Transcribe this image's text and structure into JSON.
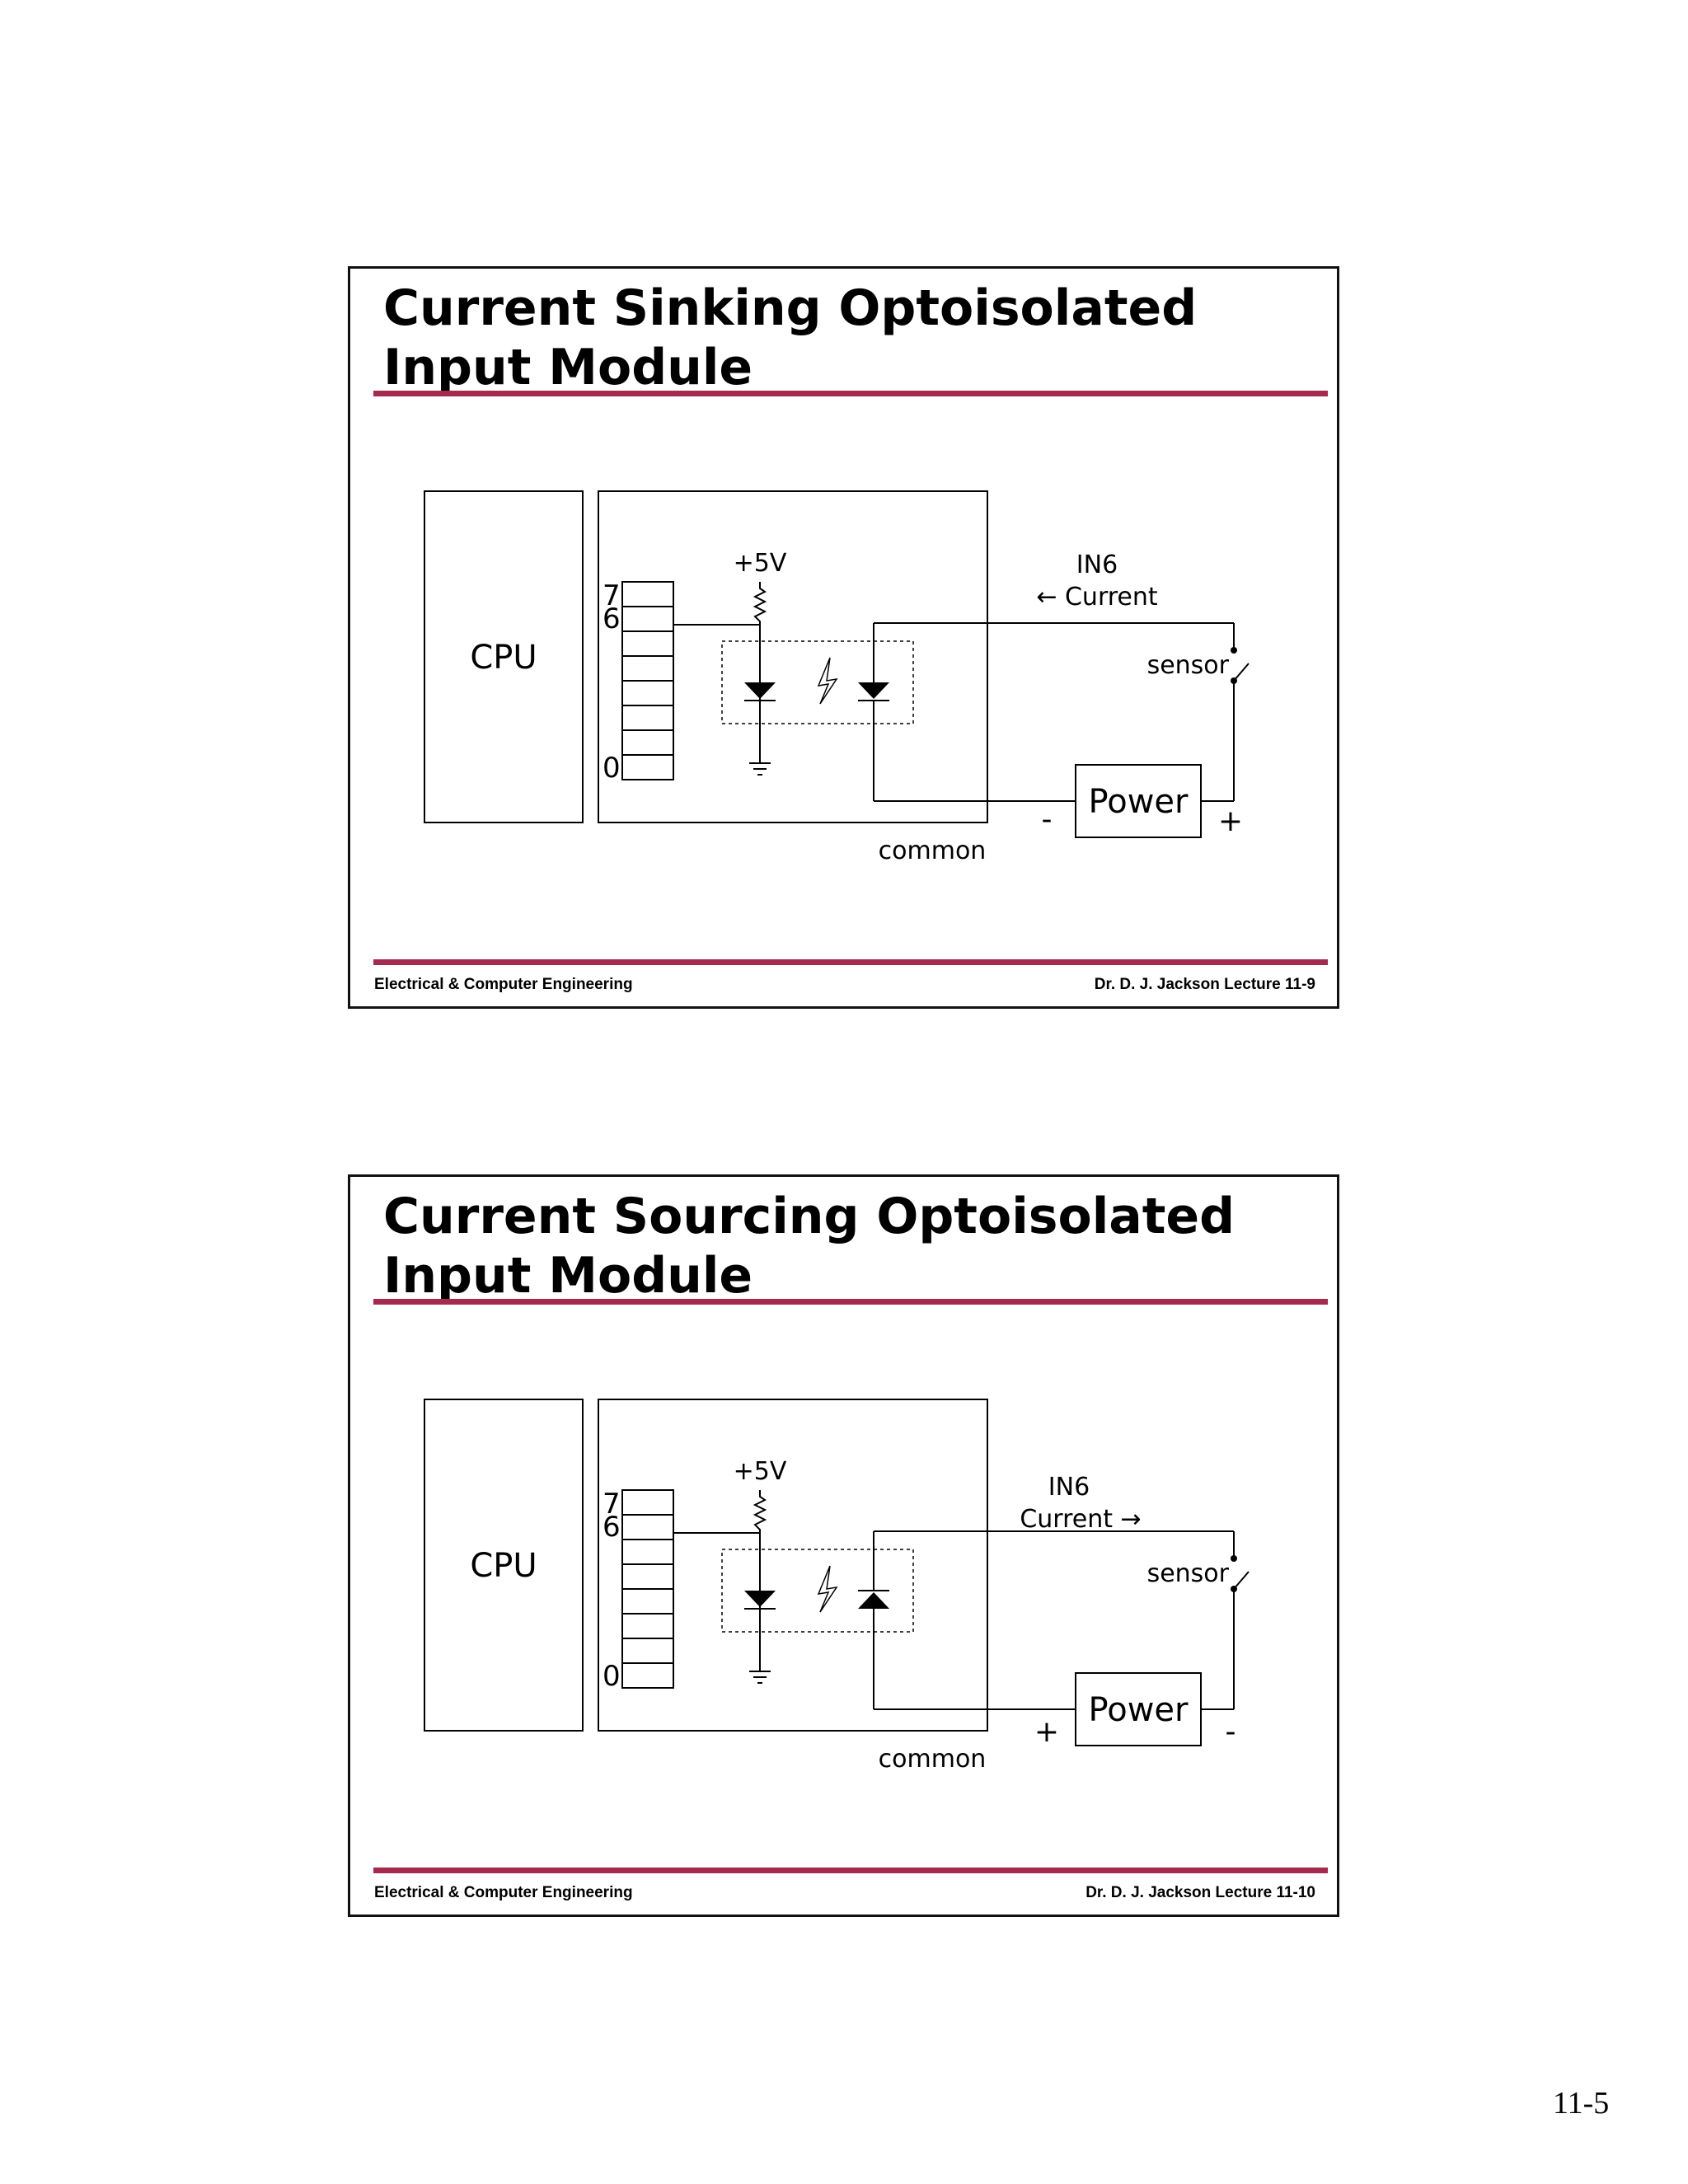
{
  "slides": [
    {
      "title_line1": "Current Sinking Optoisolated",
      "title_line2": "Input Module",
      "diagram": {
        "cpu_label": "CPU",
        "bit7": "7",
        "bit6": "6",
        "bit0": "0",
        "vcc_label": "+5V",
        "input_label": "IN6",
        "current_label": "← Current",
        "sensor_label": "sensor",
        "power_label": "Power",
        "power_left_sign": "-",
        "power_right_sign": "+",
        "common_label": "common"
      },
      "footer_left": "Electrical & Computer Engineering",
      "footer_right": "Dr. D. J. Jackson  Lecture 11-9"
    },
    {
      "title_line1": "Current Sourcing Optoisolated",
      "title_line2": "Input Module",
      "diagram": {
        "cpu_label": "CPU",
        "bit7": "7",
        "bit6": "6",
        "bit0": "0",
        "vcc_label": "+5V",
        "input_label": "IN6",
        "current_label": "Current →",
        "sensor_label": "sensor",
        "power_label": "Power",
        "power_left_sign": "+",
        "power_right_sign": "-",
        "common_label": "common"
      },
      "footer_left": "Electrical & Computer Engineering",
      "footer_right": "Dr. D. J. Jackson  Lecture 11-10"
    }
  ],
  "page_number": "11-5"
}
